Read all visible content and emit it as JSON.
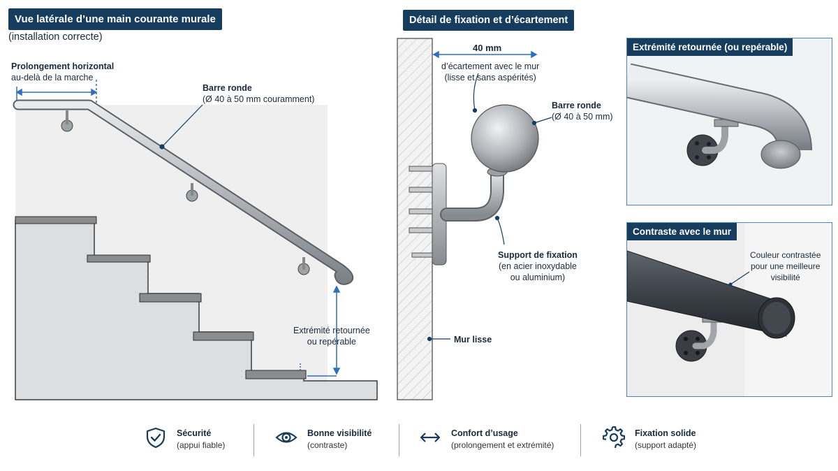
{
  "left": {
    "title": "Vue latérale d’une main courante murale",
    "subtitle": "(installation correcte)",
    "extension_label_line1": "Prolongement horizontal",
    "extension_label_line2": "au-delà de la marche",
    "bar_label_line1": "Barre ronde",
    "bar_label_line2": "(Ø 40 à 50 mm couramment)",
    "end_label_line1": "Extrémité retournée",
    "end_label_line2": "ou repérable"
  },
  "middle": {
    "title": "Détail de fixation et d’écartement",
    "gap_value": "40 mm",
    "gap_label_line1": "d’écartement avec le mur",
    "gap_label_line2": "(lisse et sans aspérités)",
    "bar_label_line1": "Barre ronde",
    "bar_label_line2": "(Ø 40 à 50 mm)",
    "support_label_line1": "Support de fixation",
    "support_label_line2": "(en acier inoxydable",
    "support_label_line3": "ou aluminium)",
    "wall_label": "Mur lisse"
  },
  "panels": {
    "end_title": "Extrémité retournée (ou repérable)",
    "contrast_title": "Contraste avec le mur",
    "contrast_label_line1": "Couleur contrastée",
    "contrast_label_line2": "pour une meilleure",
    "contrast_label_line3": "visibilité"
  },
  "footer": [
    {
      "title": "Sécurité",
      "subtitle": "(appui fiable)",
      "icon": "shield-check-icon"
    },
    {
      "title": "Bonne visibilité",
      "subtitle": "(contraste)",
      "icon": "eye-icon"
    },
    {
      "title": "Confort d’usage",
      "subtitle": "(prolongement et extrémité)",
      "icon": "double-arrow-icon"
    },
    {
      "title": "Fixation solide",
      "subtitle": "(support adapté)",
      "icon": "gear-icon"
    }
  ],
  "colors": {
    "navy": "#163d5e",
    "accent_blue": "#2f6fbf",
    "steel": "#a9adb2",
    "dark_rail": "#3a3f46"
  }
}
